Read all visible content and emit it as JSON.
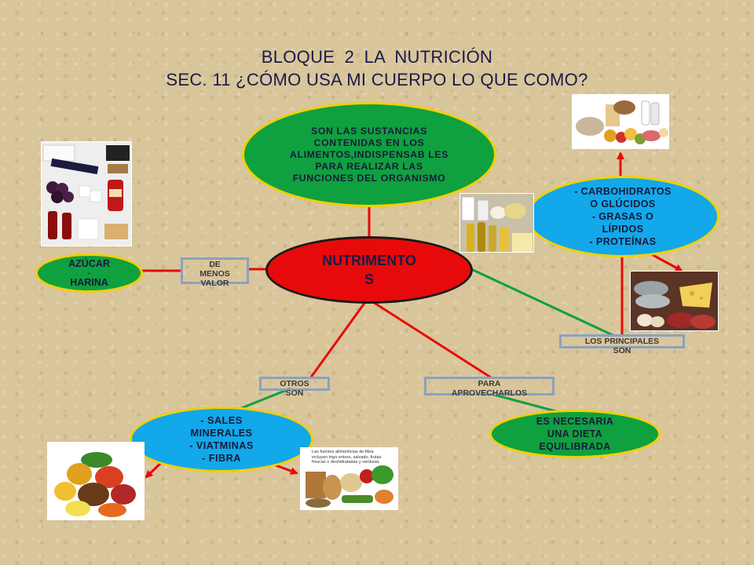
{
  "title": {
    "line1": "BLOQUE  2     LA NUTRICIÓN",
    "line2": "SEC. 11  ¿CÓMO USA MI CUERPO LO QUE COMO?"
  },
  "nodes": {
    "definition": "SON LAS SUSTANCIAS CONTENIDAS EN LOS ALIMENTOS,INDISPENSAB LES PARA REALIZAR LAS FUNCIONES DEL ORGANISMO",
    "center": [
      "NUTRIMENTO",
      "S"
    ],
    "macros": [
      "-  CARBOHIDRATOS",
      "O GLÚCIDOS",
      "-   GRASAS O",
      "LÍPIDOS",
      "-  PROTEÍNAS"
    ],
    "sugar": [
      "AZÚCAR",
      "-",
      "HARINA"
    ],
    "minerals": [
      "-   SALES",
      "MINERALES",
      "-   VIATMINAS",
      "-   FIBRA"
    ],
    "diet": [
      "ES NECESARIA",
      "UNA DIETA",
      "EQUILIBRADA"
    ]
  },
  "connectors": {
    "less_value": [
      "DE",
      "MENOS",
      "VALOR"
    ],
    "principal": [
      "LOS PRINCIPALES",
      "SON"
    ],
    "others": [
      "OTROS",
      "SON"
    ],
    "use": [
      "PARA",
      "APROVECHARLOS"
    ]
  },
  "images": {
    "fiber_caption": "Las fuentes alimenticias de fibra incluyen trigo entero, salvado, frutas frescas o deshidratadas y verduras"
  },
  "colors": {
    "green": "#0fa040",
    "blue": "#12a8ea",
    "red": "#e80a0a",
    "yellow_border": "#f0d000",
    "connector_border": "#8aa2c0",
    "title": "#1a1a4a"
  }
}
